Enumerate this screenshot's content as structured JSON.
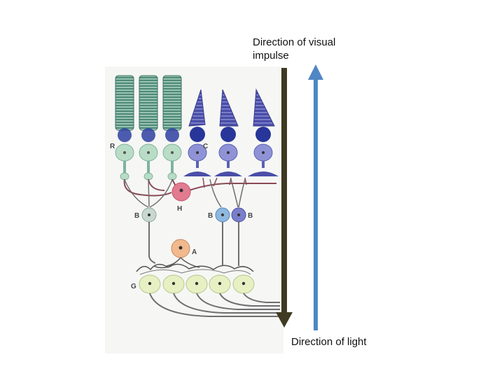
{
  "labels": {
    "visual_impulse": "Direction of visual impulse",
    "light": "Direction of light"
  },
  "cell_letters": {
    "rod": "R",
    "cone": "C",
    "horizontal": "H",
    "bipolar_left": "B",
    "bipolar_right_1": "B",
    "bipolar_right_2": "B",
    "amacrine": "A",
    "ganglion": "G"
  },
  "colors": {
    "rod": "#5f9e8a",
    "rod_body": "#b9dcc7",
    "cone": "#4a4ea8",
    "cone_body": "#8f93d6",
    "horizontal": "#e27a90",
    "bipolar_left": "#c9d8cf",
    "bipolar_blue": "#8fb8dd",
    "bipolar_purple": "#7a7fc9",
    "amacrine": "#f1b98d",
    "ganglion": "#e7f0c3",
    "axon": "#6f6f6f",
    "impulse_arrow": "#3f3a22",
    "light_arrow": "#4f86c4"
  }
}
